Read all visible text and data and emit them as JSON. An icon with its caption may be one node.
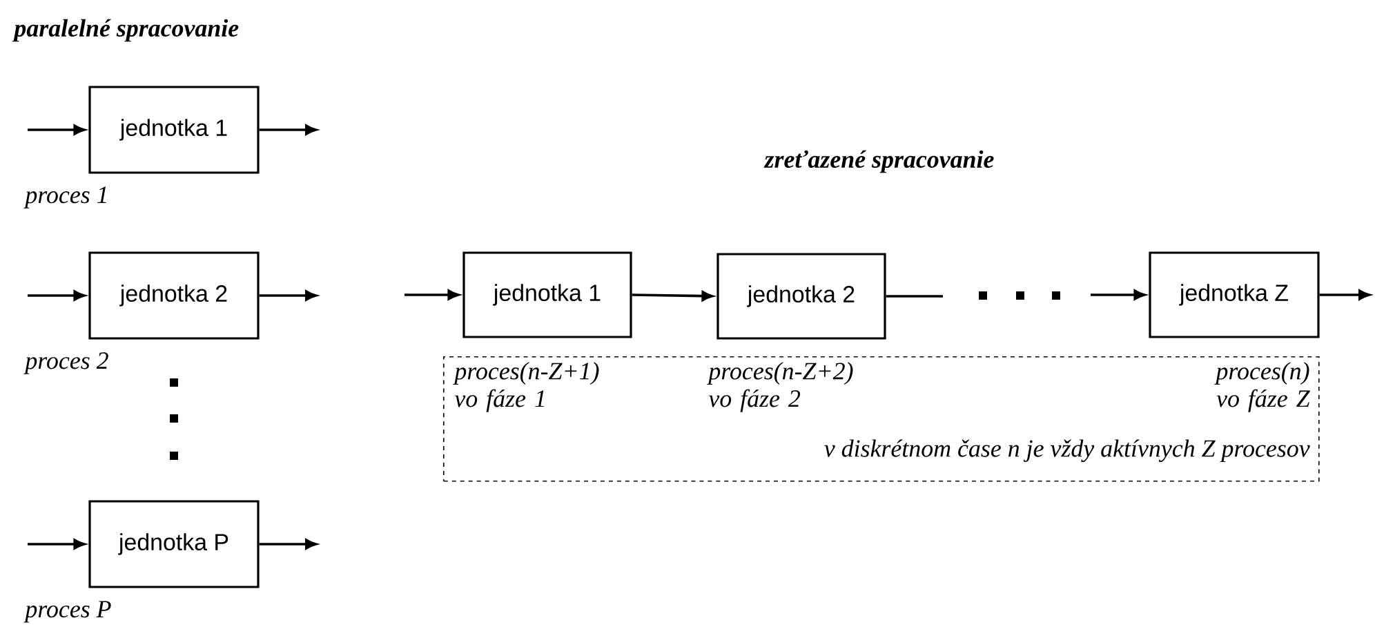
{
  "diagram": {
    "nodes": [
      {
        "text": [
          "jednotka 1"
        ],
        "beside": [
          "proces 1"
        ]
      },
      {
        "text": [
          "jednotka 2"
        ],
        "beside": [
          "proces 2"
        ]
      },
      {
        "text": [
          "jednotka P"
        ],
        "beside": [
          "proces P"
        ]
      },
      {
        "text": [
          "jednotka 1"
        ]
      },
      {
        "text": [
          "jednotka 2"
        ]
      },
      {
        "text": [
          "jednotka Z"
        ]
      },
      {
        "text": [
          "proces(n-Z+1) vo fáze 1",
          "proces(n-Z+2) vo fáze 2",
          "proces(n) vo fáze Z",
          "v diskrétnom čase n je vždy aktívnych Z procesov"
        ]
      }
    ],
    "edges": [
      {
        "from": null,
        "to": 0,
        "arrow": "to"
      },
      {
        "from": 0,
        "to": null,
        "arrow": "to"
      },
      {
        "from": null,
        "to": 1,
        "arrow": "to"
      },
      {
        "from": 1,
        "to": null,
        "arrow": "to"
      },
      {
        "from": null,
        "to": 2,
        "arrow": "to"
      },
      {
        "from": 2,
        "to": null,
        "arrow": "to"
      },
      {
        "from": null,
        "to": 3,
        "arrow": "to"
      },
      {
        "from": 3,
        "to": 4,
        "arrow": "to"
      },
      {
        "from": 4,
        "to": null,
        "arrow": "none"
      },
      {
        "from": null,
        "to": 5,
        "arrow": "to"
      },
      {
        "from": 5,
        "to": null,
        "arrow": "to"
      }
    ],
    "labels": [
      "paralelné spracovanie",
      "zreťazené spracovanie"
    ]
  }
}
